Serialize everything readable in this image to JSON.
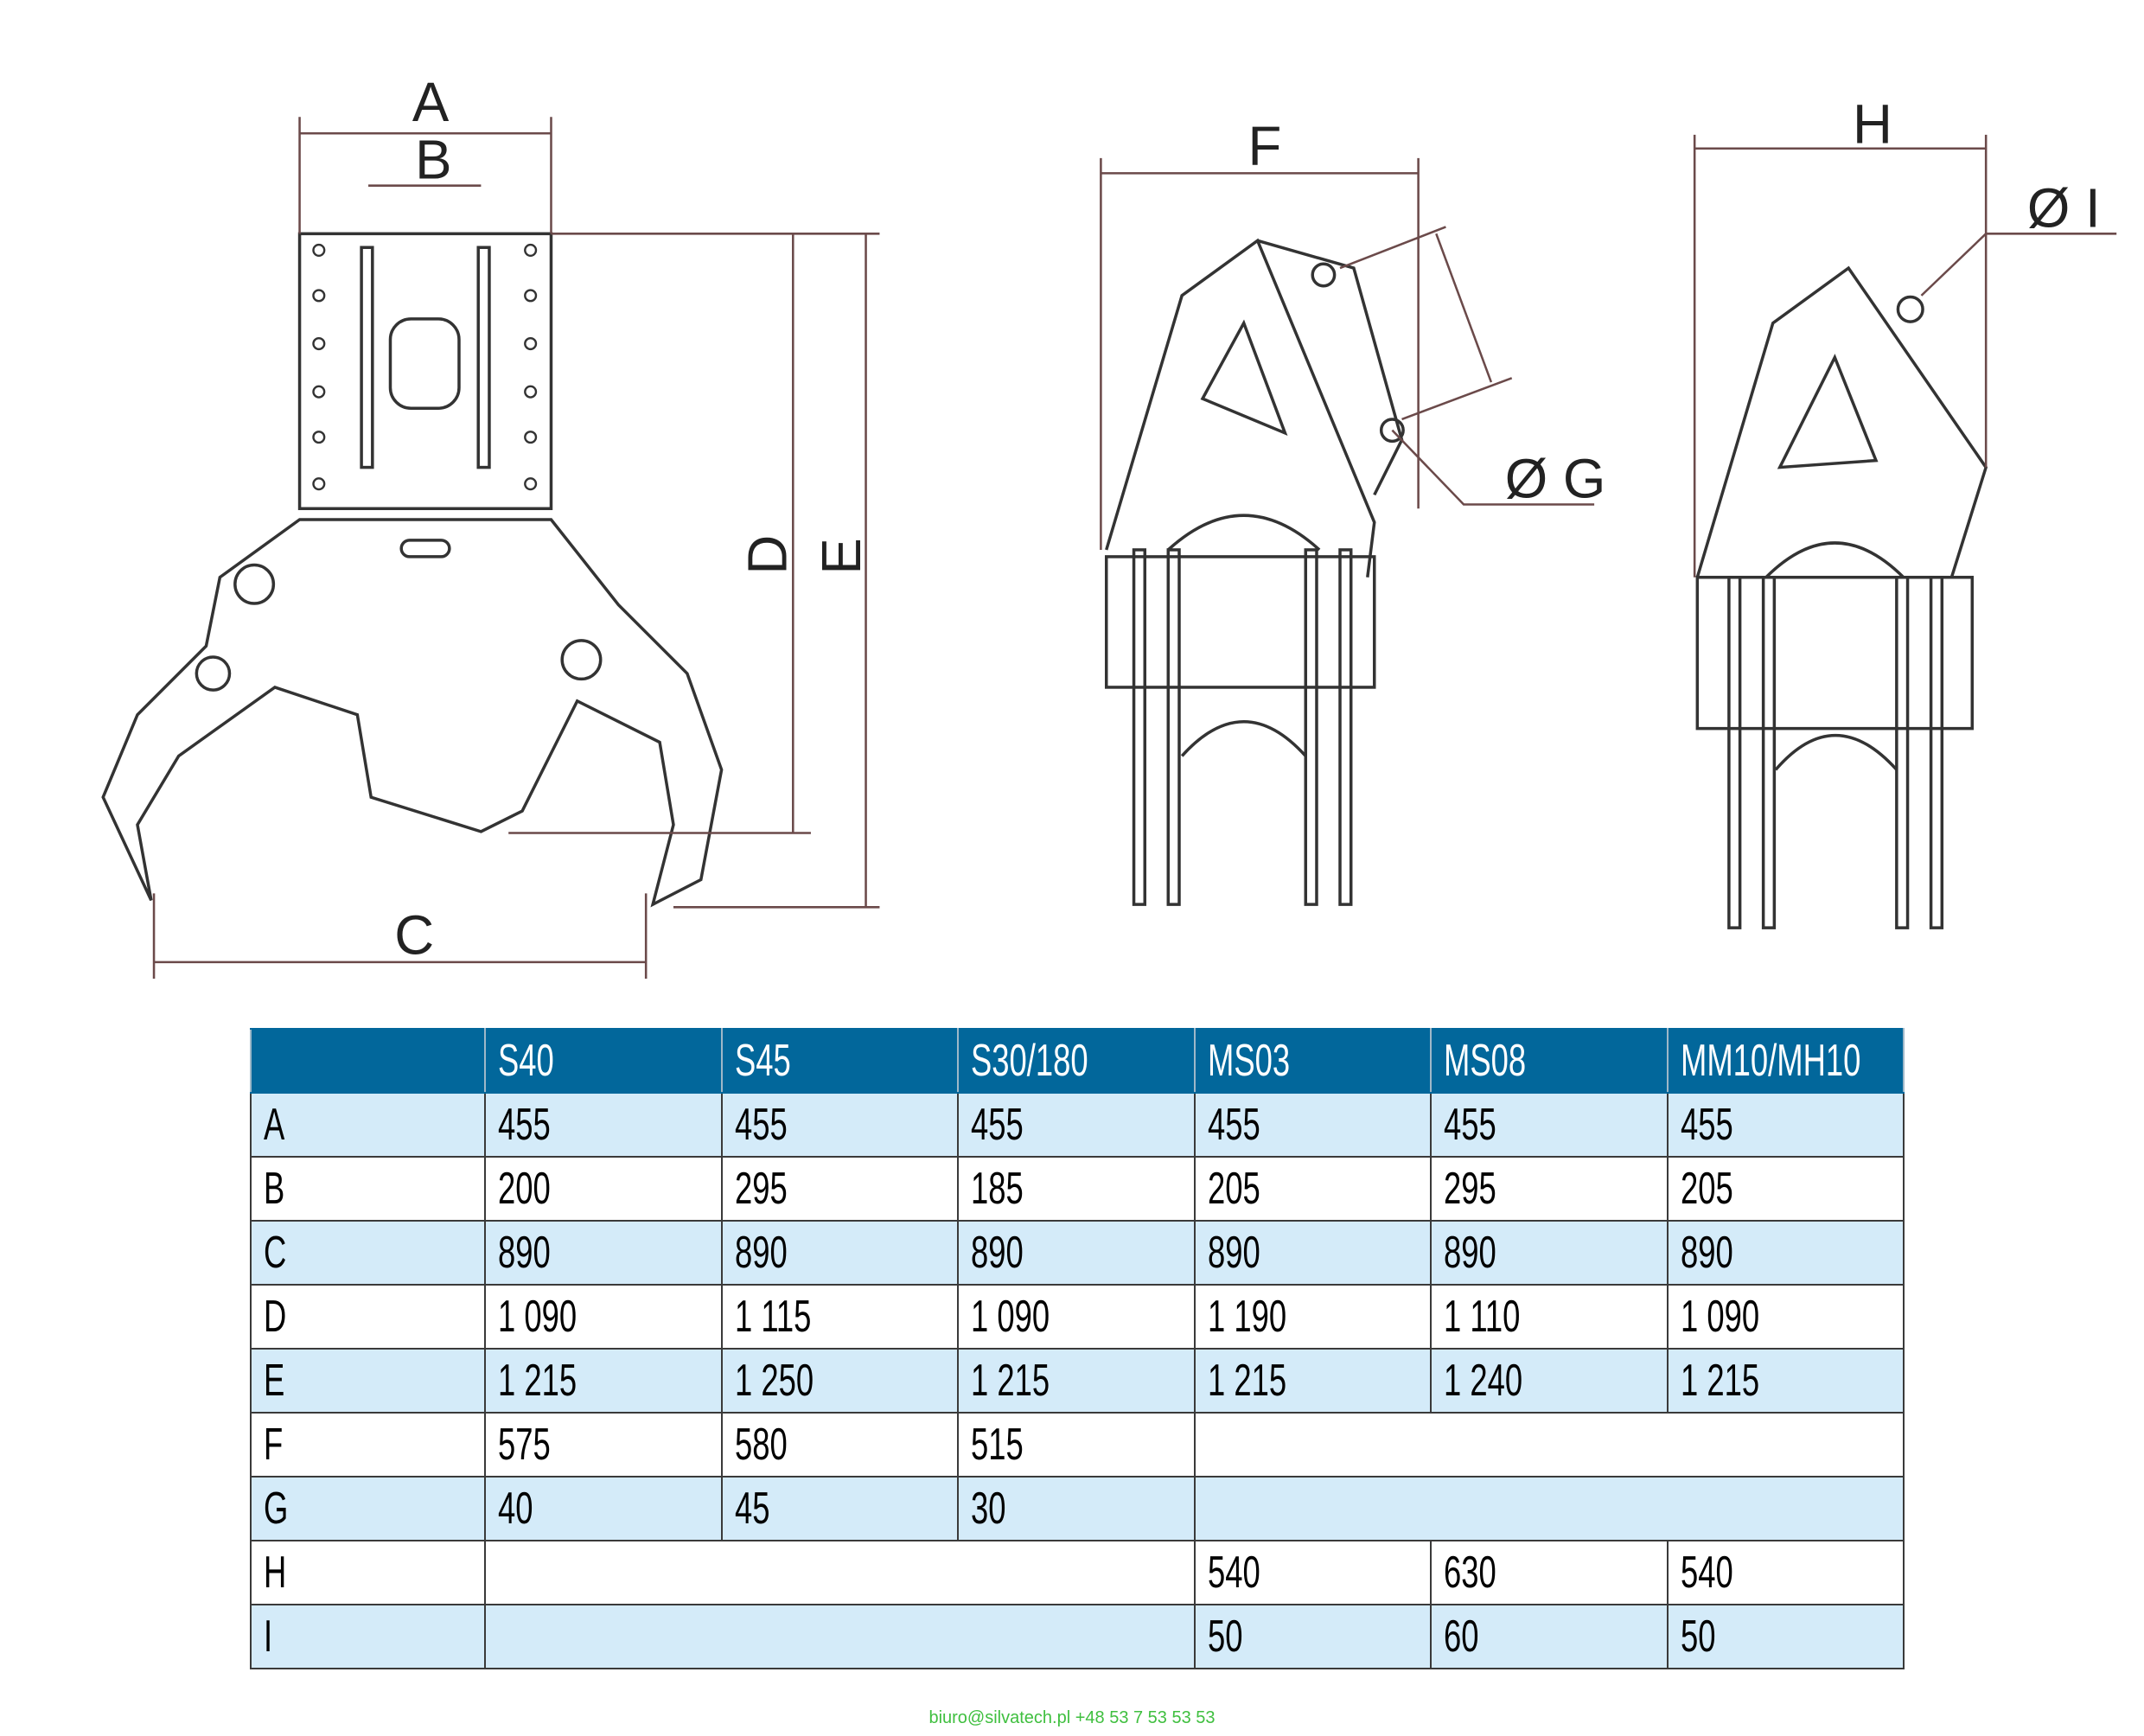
{
  "diagram_labels": {
    "A": "A",
    "B": "B",
    "C": "C",
    "D": "D",
    "E": "E",
    "F": "F",
    "G": "Ø G",
    "H": "H",
    "I": "Ø I"
  },
  "table": {
    "headers": [
      "",
      "S40",
      "S45",
      "S30/180",
      "MS03",
      "MS08",
      "MM10/MH10"
    ],
    "rows": [
      {
        "label": "A",
        "values": [
          "455",
          "455",
          "455",
          "455",
          "455",
          "455"
        ]
      },
      {
        "label": "B",
        "values": [
          "200",
          "295",
          "185",
          "205",
          "295",
          "205"
        ]
      },
      {
        "label": "C",
        "values": [
          "890",
          "890",
          "890",
          "890",
          "890",
          "890"
        ]
      },
      {
        "label": "D",
        "values": [
          "1 090",
          "1 115",
          "1 090",
          "1 190",
          "1 110",
          "1 090"
        ]
      },
      {
        "label": "E",
        "values": [
          "1 215",
          "1 250",
          "1 215",
          "1 215",
          "1 240",
          "1 215"
        ]
      },
      {
        "label": "F",
        "values": [
          "575",
          "580",
          "515"
        ]
      },
      {
        "label": "G",
        "values": [
          "40",
          "45",
          "30"
        ]
      },
      {
        "label": "H",
        "values": [
          "540",
          "630",
          "540"
        ]
      },
      {
        "label": "I",
        "values": [
          "50",
          "60",
          "50"
        ]
      }
    ]
  },
  "footer": "biuro@silvatech.pl +48 53 7 53 53 53"
}
